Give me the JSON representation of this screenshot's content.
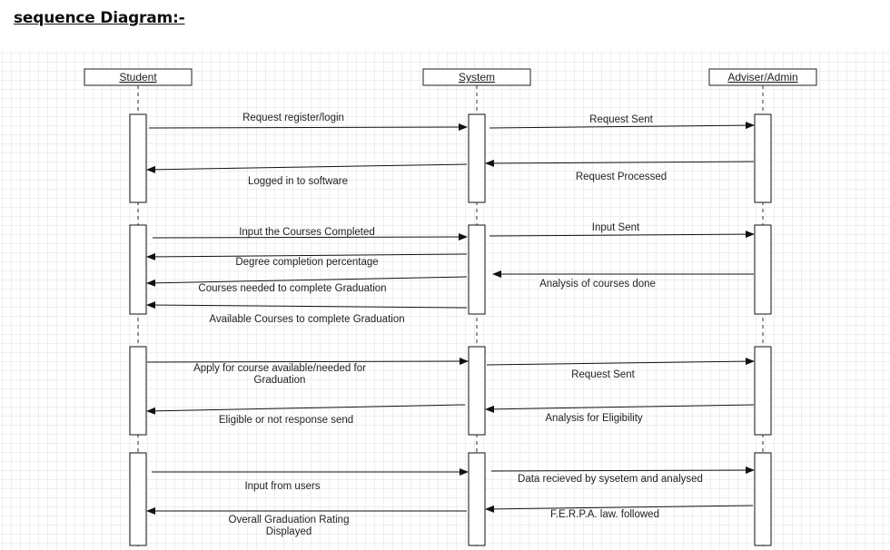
{
  "heading": "sequence Diagram:-",
  "actors": [
    {
      "id": "student",
      "label": "Student"
    },
    {
      "id": "system",
      "label": "System"
    },
    {
      "id": "admin",
      "label": "Adviser/Admin"
    }
  ],
  "messages": [
    {
      "id": "m1",
      "from": "student",
      "to": "system",
      "lines": [
        "Request register/login"
      ]
    },
    {
      "id": "m2",
      "from": "system",
      "to": "admin",
      "lines": [
        "Request Sent"
      ]
    },
    {
      "id": "m3",
      "from": "admin",
      "to": "system",
      "lines": [
        "Request Processed"
      ]
    },
    {
      "id": "m4",
      "from": "system",
      "to": "student",
      "lines": [
        "Logged in to software"
      ]
    },
    {
      "id": "m5",
      "from": "student",
      "to": "system",
      "lines": [
        "Input the Courses Completed"
      ]
    },
    {
      "id": "m6",
      "from": "system",
      "to": "admin",
      "lines": [
        "Input Sent"
      ]
    },
    {
      "id": "m7",
      "from": "system",
      "to": "student",
      "lines": [
        "Degree completion percentage"
      ]
    },
    {
      "id": "m8",
      "from": "admin",
      "to": "system",
      "lines": [
        "Analysis of courses done"
      ]
    },
    {
      "id": "m9",
      "from": "system",
      "to": "student",
      "lines": [
        "Courses needed to complete Graduation"
      ]
    },
    {
      "id": "m10",
      "from": "system",
      "to": "student",
      "lines": [
        "Available Courses to complete Graduation"
      ]
    },
    {
      "id": "m11",
      "from": "student",
      "to": "system",
      "lines": [
        "Apply for course available/needed for",
        "Graduation"
      ]
    },
    {
      "id": "m12",
      "from": "system",
      "to": "admin",
      "lines": [
        "Request Sent"
      ]
    },
    {
      "id": "m13",
      "from": "admin",
      "to": "system",
      "lines": [
        "Analysis for Eligibility"
      ]
    },
    {
      "id": "m14",
      "from": "system",
      "to": "student",
      "lines": [
        "Eligible or not response send"
      ]
    },
    {
      "id": "m15",
      "from": "student",
      "to": "system",
      "lines": [
        "Input from users"
      ]
    },
    {
      "id": "m16",
      "from": "system",
      "to": "admin",
      "lines": [
        "Data recieved by sysetem and analysed"
      ]
    },
    {
      "id": "m17",
      "from": "admin",
      "to": "system",
      "lines": [
        "F.E.R.P.A. law. followed"
      ]
    },
    {
      "id": "m18",
      "from": "system",
      "to": "student",
      "lines": [
        "Overall Graduation Rating",
        "Displayed"
      ]
    }
  ]
}
